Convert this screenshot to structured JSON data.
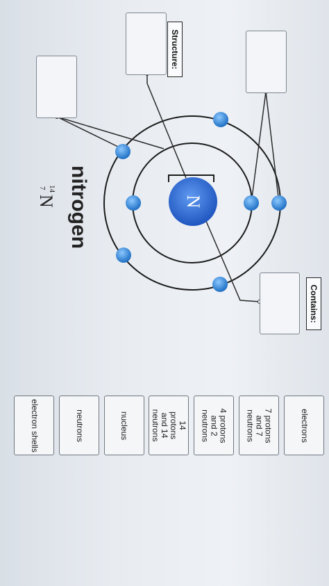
{
  "labels": {
    "structure": "Structure:",
    "contains": "Contains:"
  },
  "element": {
    "name": "nitrogen",
    "mass_number": "14",
    "atomic_number": "7",
    "symbol": "N",
    "nucleus_symbol": "N"
  },
  "answer_cards": [
    "electrons",
    "7 protons and 7 neutrons",
    "4 protons and 2 neutrons",
    "14 protons and 14 neutrons",
    "nucleus",
    "neutrons",
    "electron shells"
  ],
  "colors": {
    "nucleus": "#2f6fd6",
    "electron": "#2e86d9",
    "shell": "#1b1b1b"
  },
  "icons": [
    "nucleus",
    "electron-dot"
  ]
}
